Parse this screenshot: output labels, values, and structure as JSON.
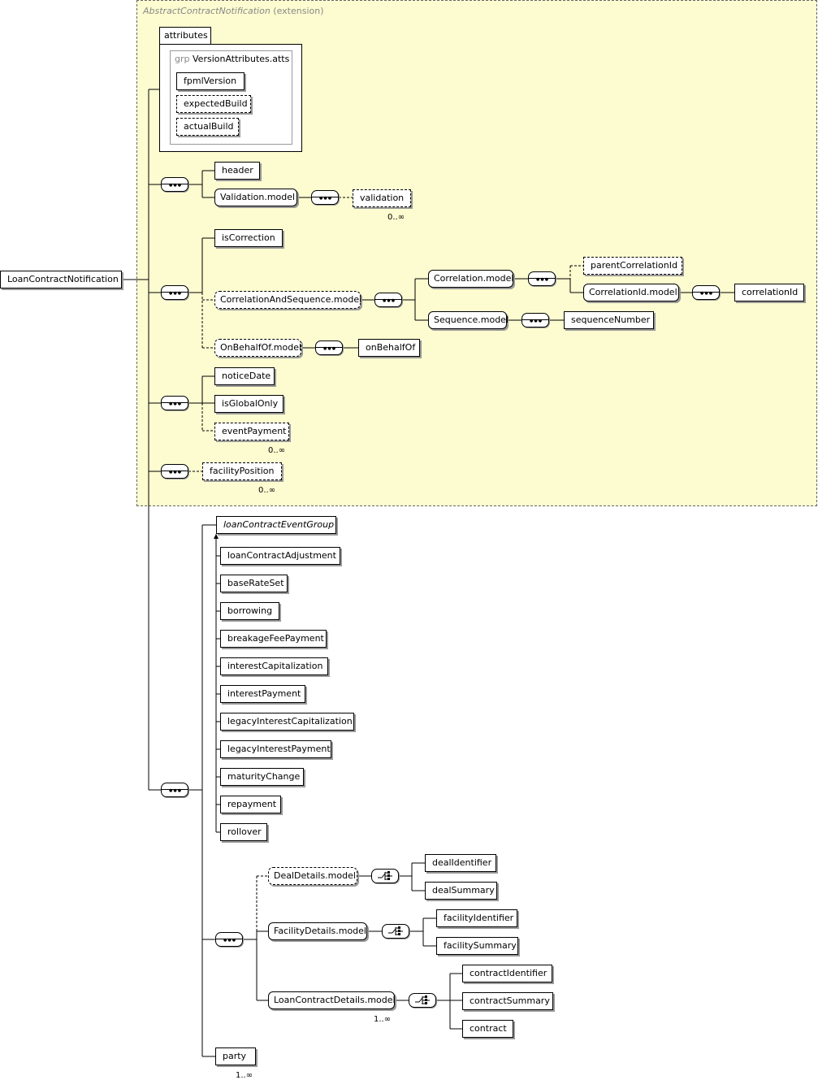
{
  "extension": {
    "base": "AbstractContractNotification",
    "suffix": "(extension)"
  },
  "root": "LoanContractNotification",
  "attributes": {
    "tab": "attributes",
    "group_kw": "grp",
    "group_name": "VersionAttributes.atts",
    "items": [
      "fpmlVersion",
      "expectedBuild",
      "actualBuild"
    ]
  },
  "seq1": {
    "header": "header",
    "validation_model": "Validation.model",
    "validation": "validation",
    "validation_card": "0..∞"
  },
  "seq2": {
    "isCorrection": "isCorrection",
    "corr_seq_model": "CorrelationAndSequence.model",
    "correlation_model": "Correlation.model",
    "parentCorrelationId": "parentCorrelationId",
    "correlationId_model": "CorrelationId.model",
    "correlationId": "correlationId",
    "sequence_model": "Sequence.model",
    "sequenceNumber": "sequenceNumber",
    "onBehalfOf_model": "OnBehalfOf.model",
    "onBehalfOf": "onBehalfOf"
  },
  "seq3": {
    "noticeDate": "noticeDate",
    "isGlobalOnly": "isGlobalOnly",
    "eventPayment": "eventPayment",
    "eventPayment_card": "0..∞"
  },
  "seq4": {
    "facilityPosition": "facilityPosition",
    "facilityPosition_card": "0..∞"
  },
  "event_group": {
    "name": "loanContractEventGroup",
    "members": [
      "loanContractAdjustment",
      "baseRateSet",
      "borrowing",
      "breakageFeePayment",
      "interestCapitalization",
      "interestPayment",
      "legacyInterestCapitalization",
      "legacyInterestPayment",
      "maturityChange",
      "repayment",
      "rollover"
    ]
  },
  "details": {
    "deal_model": "DealDetails.model",
    "dealIdentifier": "dealIdentifier",
    "dealSummary": "dealSummary",
    "facility_model": "FacilityDetails.model",
    "facilityIdentifier": "facilityIdentifier",
    "facilitySummary": "facilitySummary",
    "loan_model": "LoanContractDetails.model",
    "loan_model_card": "1..∞",
    "contractIdentifier": "contractIdentifier",
    "contractSummary": "contractSummary",
    "contract": "contract"
  },
  "party": {
    "name": "party",
    "card": "1..∞"
  }
}
